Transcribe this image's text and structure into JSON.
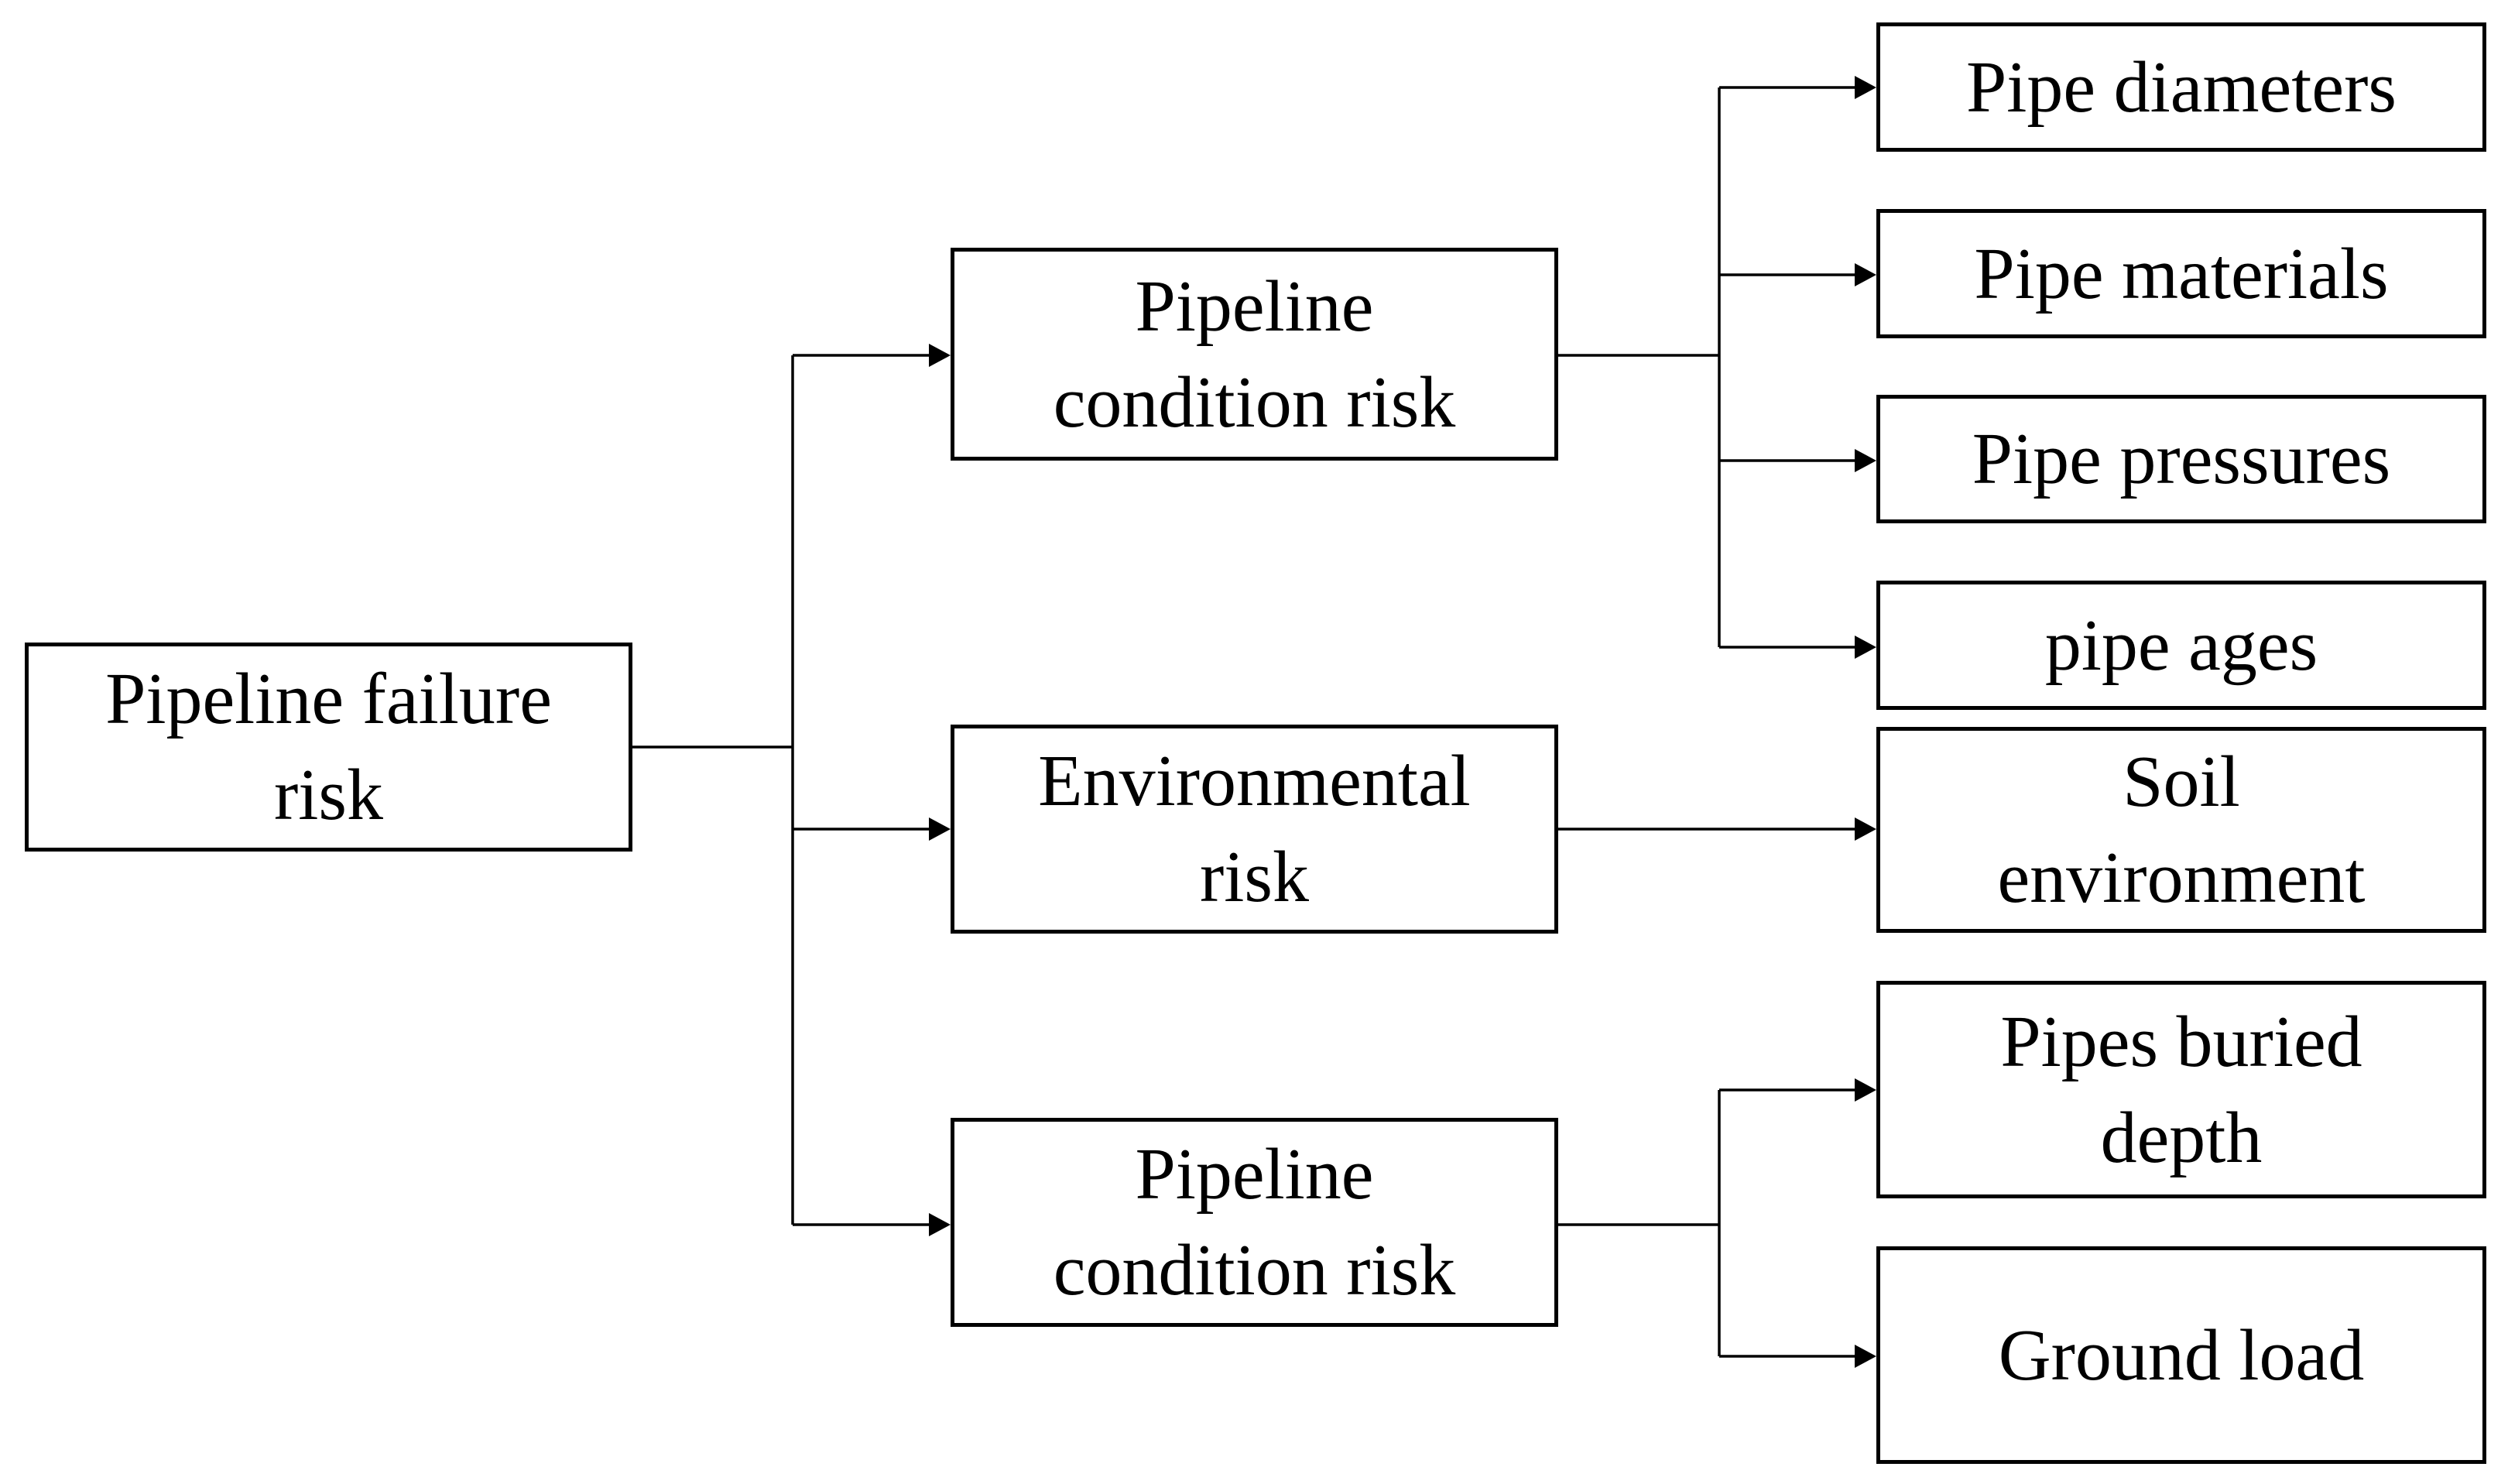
{
  "root": {
    "lines": [
      "Pipeline failure",
      "risk"
    ]
  },
  "level1": [
    {
      "lines": [
        "Pipeline",
        "condition risk"
      ]
    },
    {
      "lines": [
        "Environmental",
        "risk"
      ]
    },
    {
      "lines": [
        "Pipeline",
        "condition risk"
      ]
    }
  ],
  "level2": [
    {
      "lines": [
        "Pipe diameters"
      ]
    },
    {
      "lines": [
        "Pipe materials"
      ]
    },
    {
      "lines": [
        "Pipe pressures"
      ]
    },
    {
      "lines": [
        "pipe ages"
      ]
    },
    {
      "lines": [
        "Soil",
        "environment"
      ]
    },
    {
      "lines": [
        "Pipes buried",
        "depth"
      ]
    },
    {
      "lines": [
        "Ground load"
      ]
    }
  ]
}
